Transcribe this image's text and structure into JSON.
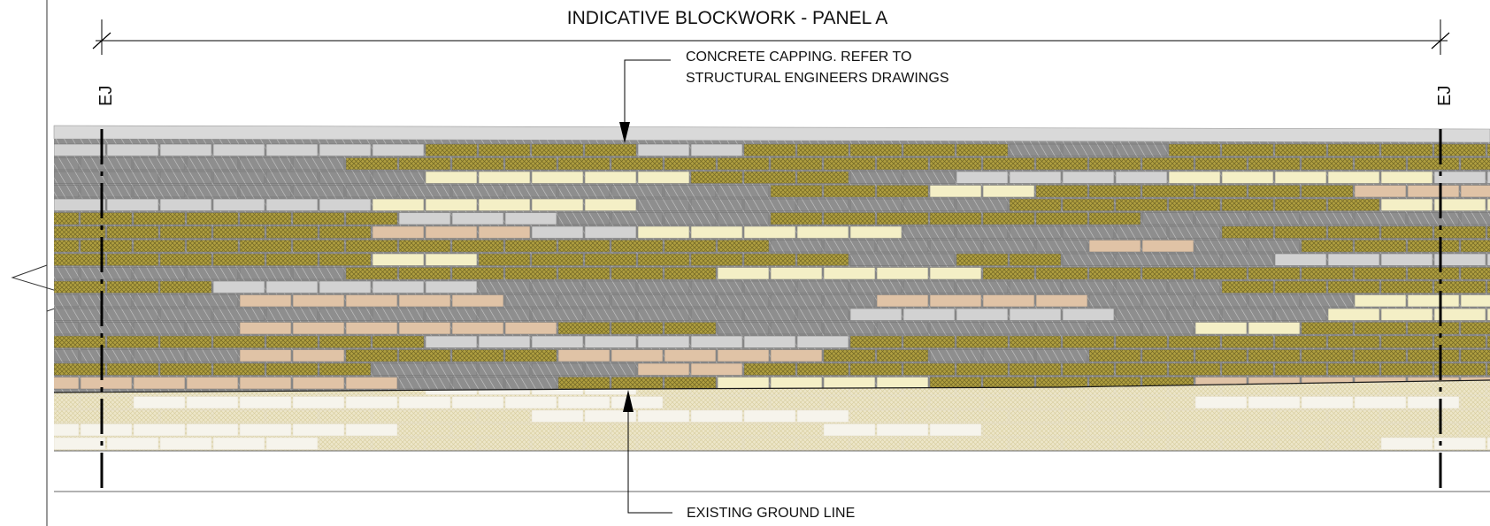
{
  "title": "INDICATIVE BLOCKWORK - PANEL A",
  "capping_note": {
    "line1": "CONCRETE CAPPING. REFER TO",
    "line2": "STRUCTURAL ENGINEERS DRAWINGS"
  },
  "ground_note": "EXISTING GROUND LINE",
  "ej_left": "EJ",
  "ej_right": "EJ",
  "colors": {
    "capping": "#d9d9d9",
    "wall_base": "#8c8c8c",
    "gold_block": "#b59e3a",
    "cream_block": "#f4efc6",
    "peach_block": "#e0c3a6",
    "grey_block": "#d2d2d2",
    "line": "#1a1a1a"
  },
  "block_colors_in_pattern": [
    "cream",
    "peach",
    "light-grey",
    "gold-crosshatch",
    "grey-hatched"
  ]
}
